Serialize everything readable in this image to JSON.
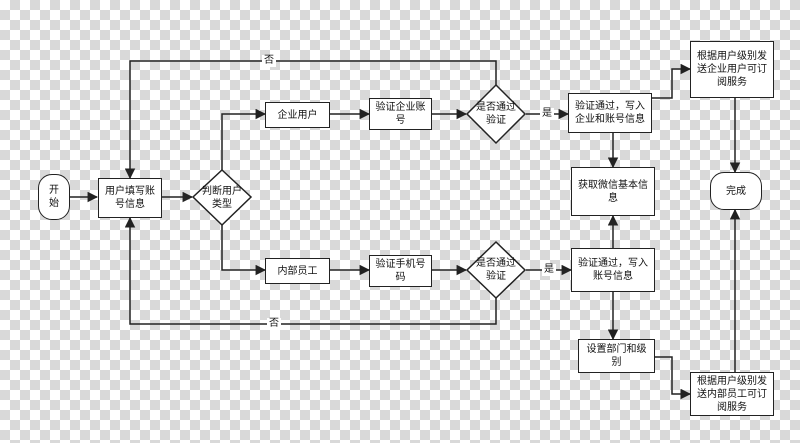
{
  "nodes": {
    "start": "开始",
    "fill_info": "用户填写账号信息",
    "judge_type": "判断用户类型",
    "enterprise_user": "企业用户",
    "verify_enterprise": "验证企业账号",
    "pass_check_top": "是否通过验证",
    "write_enterprise": "验证通过，写入企业和账号信息",
    "push_enterprise": "根据用户级别发送企业用户可订阅服务",
    "get_wechat": "获取微信基本信息",
    "done": "完成",
    "internal_staff": "内部员工",
    "verify_phone": "验证手机号码",
    "pass_check_bottom": "是否通过验证",
    "write_account": "验证通过，写入账号信息",
    "set_department": "设置部门和级别",
    "push_internal": "根据用户级别发送内部员工可订阅服务"
  },
  "edge_labels": {
    "yes_top": "是",
    "yes_bottom": "是",
    "no_top": "否",
    "no_bottom": "否"
  }
}
